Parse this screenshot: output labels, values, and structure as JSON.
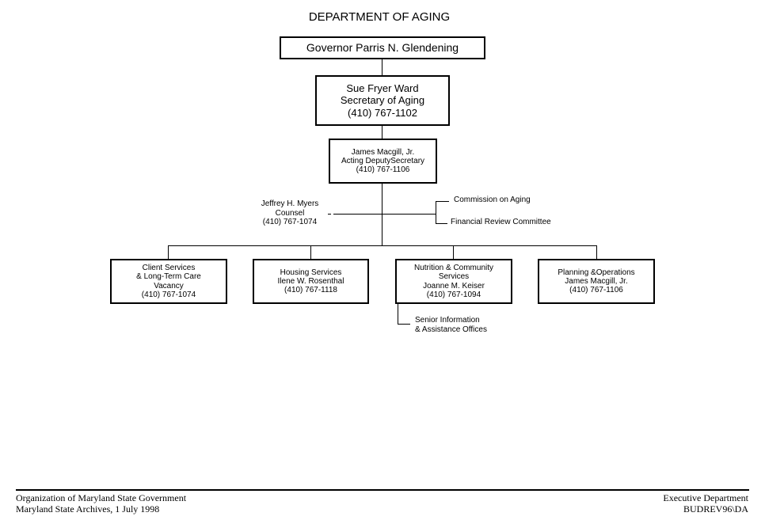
{
  "title": "DEPARTMENT OF AGING",
  "governor": {
    "name": "Governor Parris N. Glendening"
  },
  "secretary": {
    "name": "Sue Fryer Ward",
    "title": "Secretary of Aging",
    "phone": "(410) 767-1102"
  },
  "deputy": {
    "name": "James Macgill, Jr.",
    "title": "Acting DeputySecretary",
    "phone": "(410) 767-1106"
  },
  "counsel": {
    "name": "Jeffrey H. Myers",
    "title": "Counsel",
    "phone": "(410) 767-1074"
  },
  "commissions": {
    "aging": "Commission on Aging",
    "financial": "Financial Review Committee"
  },
  "divisions": {
    "client": {
      "line1": "Client Services",
      "line2": "& Long-Term Care",
      "line3": "Vacancy",
      "phone": "(410) 767-1074"
    },
    "housing": {
      "line1": "Housing Services",
      "line2": "Ilene W. Rosenthal",
      "phone": "(410) 767-1118"
    },
    "nutrition": {
      "line1": "Nutrition & Community",
      "line2": "Services",
      "line3": "Joanne M. Keiser",
      "phone": "(410) 767-1094"
    },
    "planning": {
      "line1": "Planning &Operations",
      "line2": "James Macgill, Jr.",
      "phone": "(410) 767-1106"
    }
  },
  "senior_info": {
    "line1": "Senior Information",
    "line2": "& Assistance Offices"
  },
  "footer": {
    "left1": "Organization of Maryland State Government",
    "left2": "Maryland State Archives, 1 July 1998",
    "right1": "Executive Department",
    "right2": "BUDREV96\\DA"
  }
}
